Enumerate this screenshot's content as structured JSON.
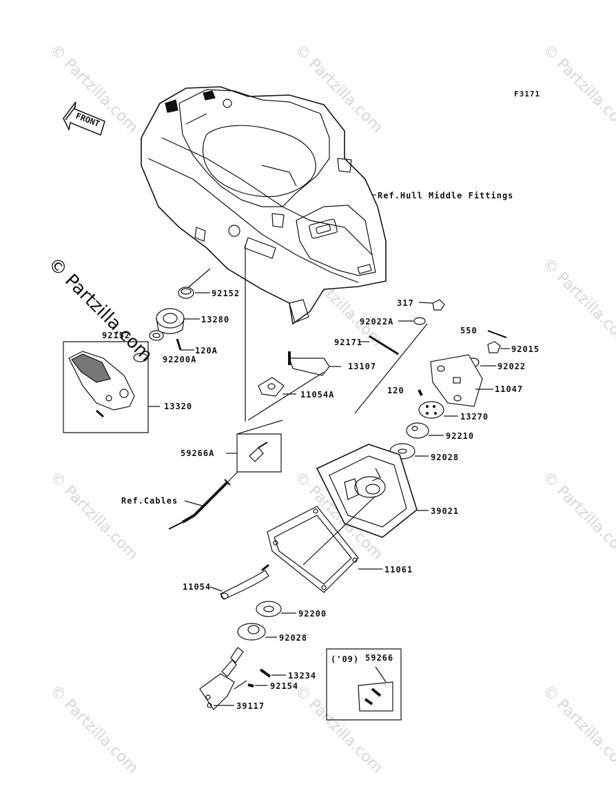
{
  "diagram": {
    "code": "F3171",
    "direction_label": "FRONT",
    "watermark": "© Partzilla.com",
    "references": {
      "hull": "Ref.Hull Middle Fittings",
      "cables": "Ref.Cables"
    },
    "inset_09": {
      "year": "('09)",
      "part": "59266"
    },
    "parts": {
      "p92152a": "92152",
      "p13280": "13280",
      "p92152b": "92152",
      "p120A": "120A",
      "p92200A": "92200A",
      "p13320": "13320",
      "p13107": "13107",
      "p11054A": "11054A",
      "p59266A": "59266A",
      "p317": "317",
      "p92022A": "92022A",
      "p92171": "92171",
      "p550": "550",
      "p92015": "92015",
      "p92022": "92022",
      "p11047": "11047",
      "p120": "120",
      "p13270": "13270",
      "p92210": "92210",
      "p92028a": "92028",
      "p39021": "39021",
      "p11061": "11061",
      "p11054": "11054",
      "p92200": "92200",
      "p92028b": "92028",
      "p13234": "13234",
      "p92154": "92154",
      "p39117": "39117"
    }
  }
}
